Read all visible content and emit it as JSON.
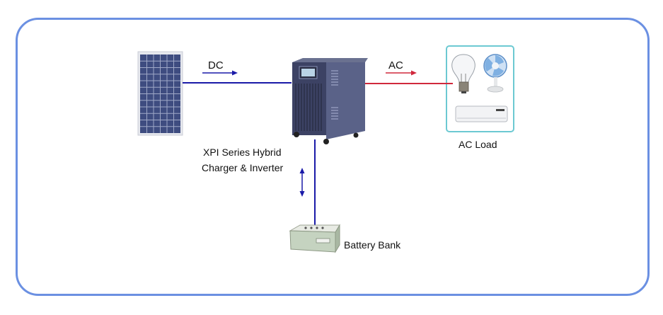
{
  "diagram": {
    "title": "XPI Series Hybrid Charger & Inverter system diagram",
    "labels": {
      "dc": "DC",
      "ac": "AC",
      "inverter_line1": "XPI Series Hybrid",
      "inverter_line2": "Charger & Inverter",
      "ac_load": "AC Load",
      "battery": "Battery Bank"
    },
    "components": [
      {
        "id": "solar-panel",
        "name": "Solar Panel"
      },
      {
        "id": "inverter",
        "name": "XPI Series Hybrid Charger & Inverter"
      },
      {
        "id": "ac-load",
        "name": "AC Load",
        "items": [
          "Light bulb",
          "Desk fan",
          "Air conditioner"
        ]
      },
      {
        "id": "battery-bank",
        "name": "Battery Bank"
      }
    ],
    "connections": [
      {
        "from": "solar-panel",
        "to": "inverter",
        "type": "DC",
        "direction": "one-way"
      },
      {
        "from": "inverter",
        "to": "ac-load",
        "type": "AC",
        "direction": "one-way"
      },
      {
        "from": "inverter",
        "to": "battery-bank",
        "type": "DC",
        "direction": "two-way"
      }
    ],
    "colors": {
      "frame": "#6b90e2",
      "dc_line": "#1a1aa8",
      "ac_line": "#d0283c",
      "load_box": "#6cc9d2"
    }
  }
}
